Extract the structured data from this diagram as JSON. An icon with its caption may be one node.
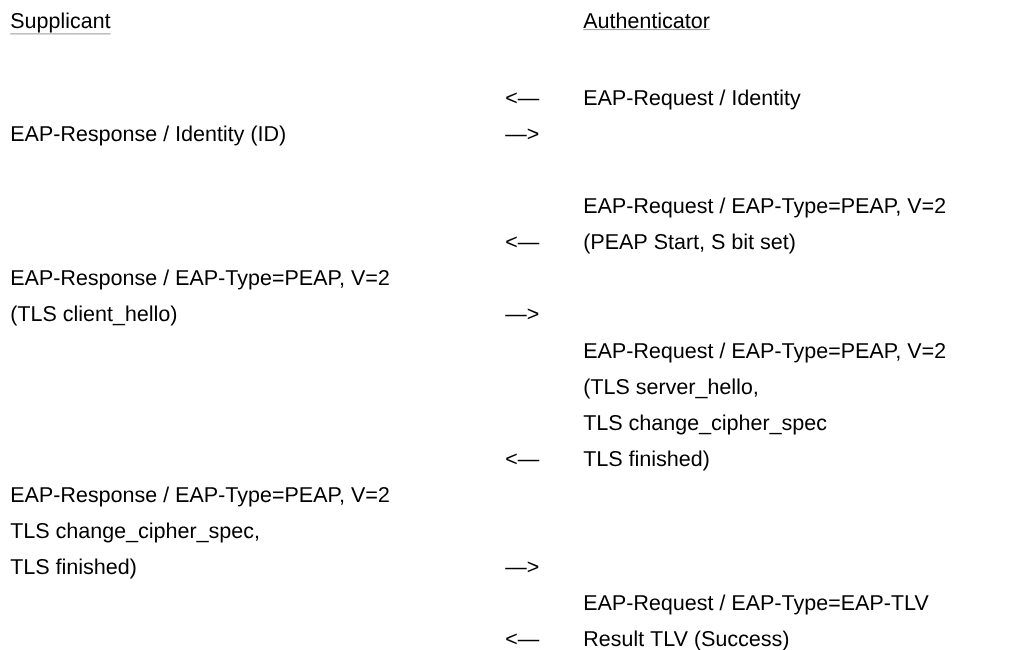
{
  "diagram": {
    "labels": [
      "Supplicant",
      "Authenticator",
      "<—",
      "EAP-Request / Identity",
      "EAP-Response / Identity (ID)",
      "—>",
      "EAP-Request / EAP-Type=PEAP, V=2",
      "<—",
      "(PEAP Start, S bit set)",
      "EAP-Response / EAP-Type=PEAP, V=2",
      "(TLS client_hello)",
      "—>",
      "EAP-Request / EAP-Type=PEAP, V=2",
      "(TLS server_hello,",
      "TLS change_cipher_spec",
      "<—",
      "TLS finished)",
      "EAP-Response / EAP-Type=PEAP, V=2",
      "TLS change_cipher_spec,",
      "TLS finished)",
      "—>",
      "EAP-Request / EAP-Type=EAP-TLV",
      "<—",
      "Result TLV (Success)"
    ]
  }
}
